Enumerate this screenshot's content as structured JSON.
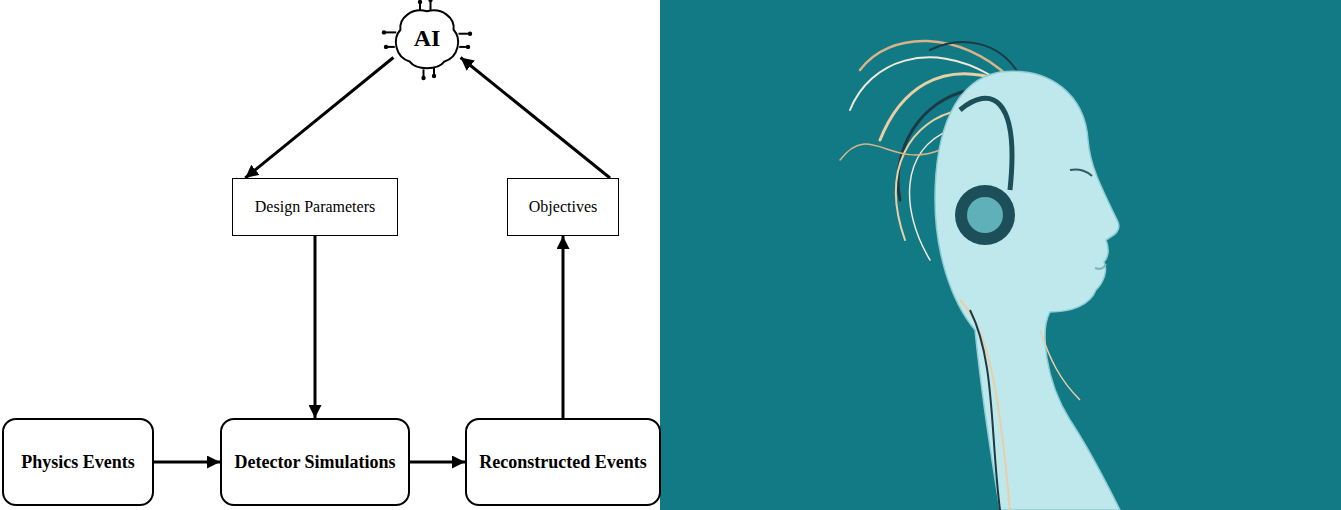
{
  "diagram": {
    "nodes": [
      {
        "text": [
          "AI"
        ]
      },
      {
        "text": [
          "Design Parameters"
        ]
      },
      {
        "text": [
          "Objectives"
        ]
      },
      {
        "text": [
          "Physics Events"
        ]
      },
      {
        "text": [
          "Detector Simulations"
        ]
      },
      {
        "text": [
          "Reconstructed Events"
        ]
      }
    ],
    "edges": [
      {
        "from": 0,
        "to": 1,
        "arrow": "to"
      },
      {
        "from": 5,
        "to": 2,
        "arrow": "to"
      },
      {
        "from": 2,
        "to": 0,
        "arrow": "to"
      },
      {
        "from": 1,
        "to": 4,
        "arrow": "to"
      },
      {
        "from": 3,
        "to": 4,
        "arrow": "to"
      },
      {
        "from": 4,
        "to": 5,
        "arrow": "to"
      }
    ]
  }
}
